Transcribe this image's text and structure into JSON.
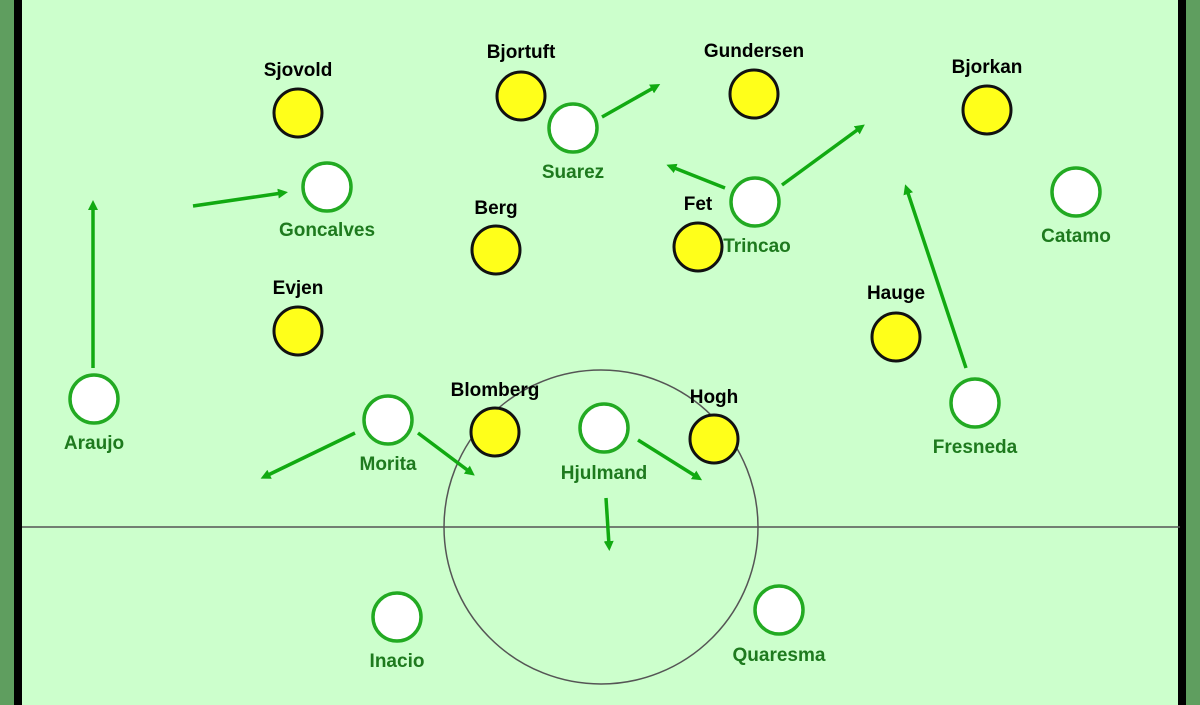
{
  "colors": {
    "pitch": "#ccffcc",
    "border": "#5f9e5f",
    "edge": "#000000",
    "line": "#555555",
    "away_fill": "#ffff1a",
    "away_stroke": "#111111",
    "home_fill": "#ffffff",
    "home_stroke": "#22aa22",
    "home_label": "#1e7a1e",
    "arrow": "#11aa11"
  },
  "away_players": [
    {
      "name": "Sjovold"
    },
    {
      "name": "Bjortuft"
    },
    {
      "name": "Gundersen"
    },
    {
      "name": "Bjorkan"
    },
    {
      "name": "Berg"
    },
    {
      "name": "Fet"
    },
    {
      "name": "Evjen"
    },
    {
      "name": "Hauge"
    },
    {
      "name": "Blomberg"
    },
    {
      "name": "Hogh"
    }
  ],
  "home_players": [
    {
      "name": "Suarez"
    },
    {
      "name": "Goncalves"
    },
    {
      "name": "Trincao"
    },
    {
      "name": "Catamo"
    },
    {
      "name": "Araujo"
    },
    {
      "name": "Morita"
    },
    {
      "name": "Hjulmand"
    },
    {
      "name": "Fresneda"
    },
    {
      "name": "Inacio"
    },
    {
      "name": "Quaresma"
    }
  ]
}
